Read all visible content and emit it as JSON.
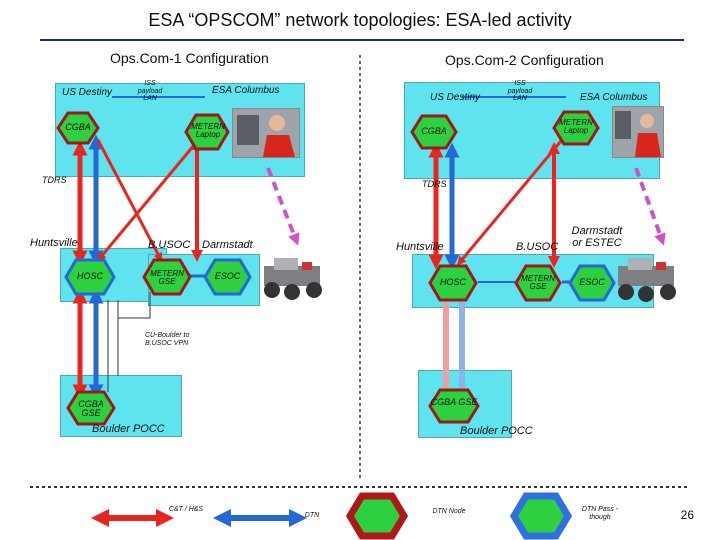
{
  "title": "ESA “OPSCOM” network topologies: ESA-led activity",
  "left": {
    "heading": "Ops.Com-1 Configuration",
    "us_destiny": "US Destiny",
    "iss_lan": "ISS payload LAN",
    "esa_columbus": "ESA Columbus",
    "cgba": "CGBA",
    "meteron_laptop": "METERN Laptop",
    "tdrs": "TDRS",
    "huntsville": "Huntsville",
    "busoc": "B.USOC",
    "darmstadt": "Darmstadt",
    "hosc": "HOSC",
    "meteron_gse": "METERN GSE",
    "esoc": "ESOC",
    "vpn": "CU-Boulder to B.USOC VPN",
    "cgba_gse": "CGBA GSE",
    "boulder": "Boulder POCC"
  },
  "right": {
    "heading": "Ops.Com-2 Configuration",
    "us_destiny": "US Destiny",
    "iss_lan": "ISS payload LAN",
    "esa_columbus": "ESA Columbus",
    "cgba": "CGBA",
    "meteron_laptop": "METERN Laptop",
    "tdrs": "TDRS",
    "huntsville": "Huntsville",
    "busoc": "B.USOC",
    "darmstadt": "Darmstadt or ESTEC",
    "hosc": "HOSC",
    "meteron_gse": "METERN GSE",
    "esoc": "ESOC",
    "cgba_gse": "CGBA GSE",
    "boulder": "Boulder POCC"
  },
  "legend": {
    "cnt": "C&T / H&S",
    "dtn": "DTN",
    "dtn_node": "DTN Node",
    "dtn_pass": "DTN Pass -though"
  },
  "page_number": "26",
  "colors": {
    "red": "#e8251f",
    "blue": "#2667d6",
    "light_blue": "#8fb3e8",
    "pink": "#ef9fa0",
    "magenta": "#d050c8",
    "cyan_box": "#5fe3ef",
    "hex_green": "#2dd140",
    "hex_border": "#9c1a1a",
    "legend_blue": "#2f6fe0"
  }
}
